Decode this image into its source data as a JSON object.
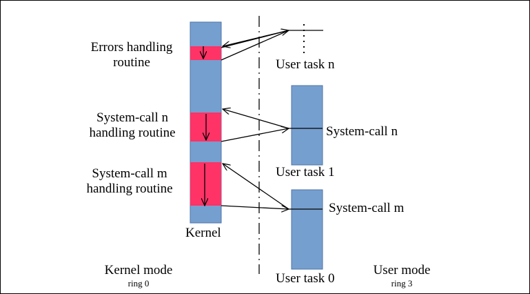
{
  "colors": {
    "block": "#759fcf",
    "block_border": "#4e75a6",
    "handler": "#ff3366",
    "line": "#000000"
  },
  "labels": {
    "errors_handler": [
      "Errors handling",
      "routine"
    ],
    "syscall_n_handler": [
      "System-call n",
      "handling routine"
    ],
    "syscall_m_handler": [
      "System-call m",
      "handling routine"
    ],
    "kernel": "Kernel",
    "user_task_n": "User task n",
    "user_task_1": "User task 1",
    "user_task_0": "User task 0",
    "syscall_n": "System-call n",
    "syscall_m": "System-call m",
    "kernel_mode": "Kernel mode",
    "kernel_ring": "ring 0",
    "user_mode": "User mode",
    "user_ring": "ring 3"
  }
}
